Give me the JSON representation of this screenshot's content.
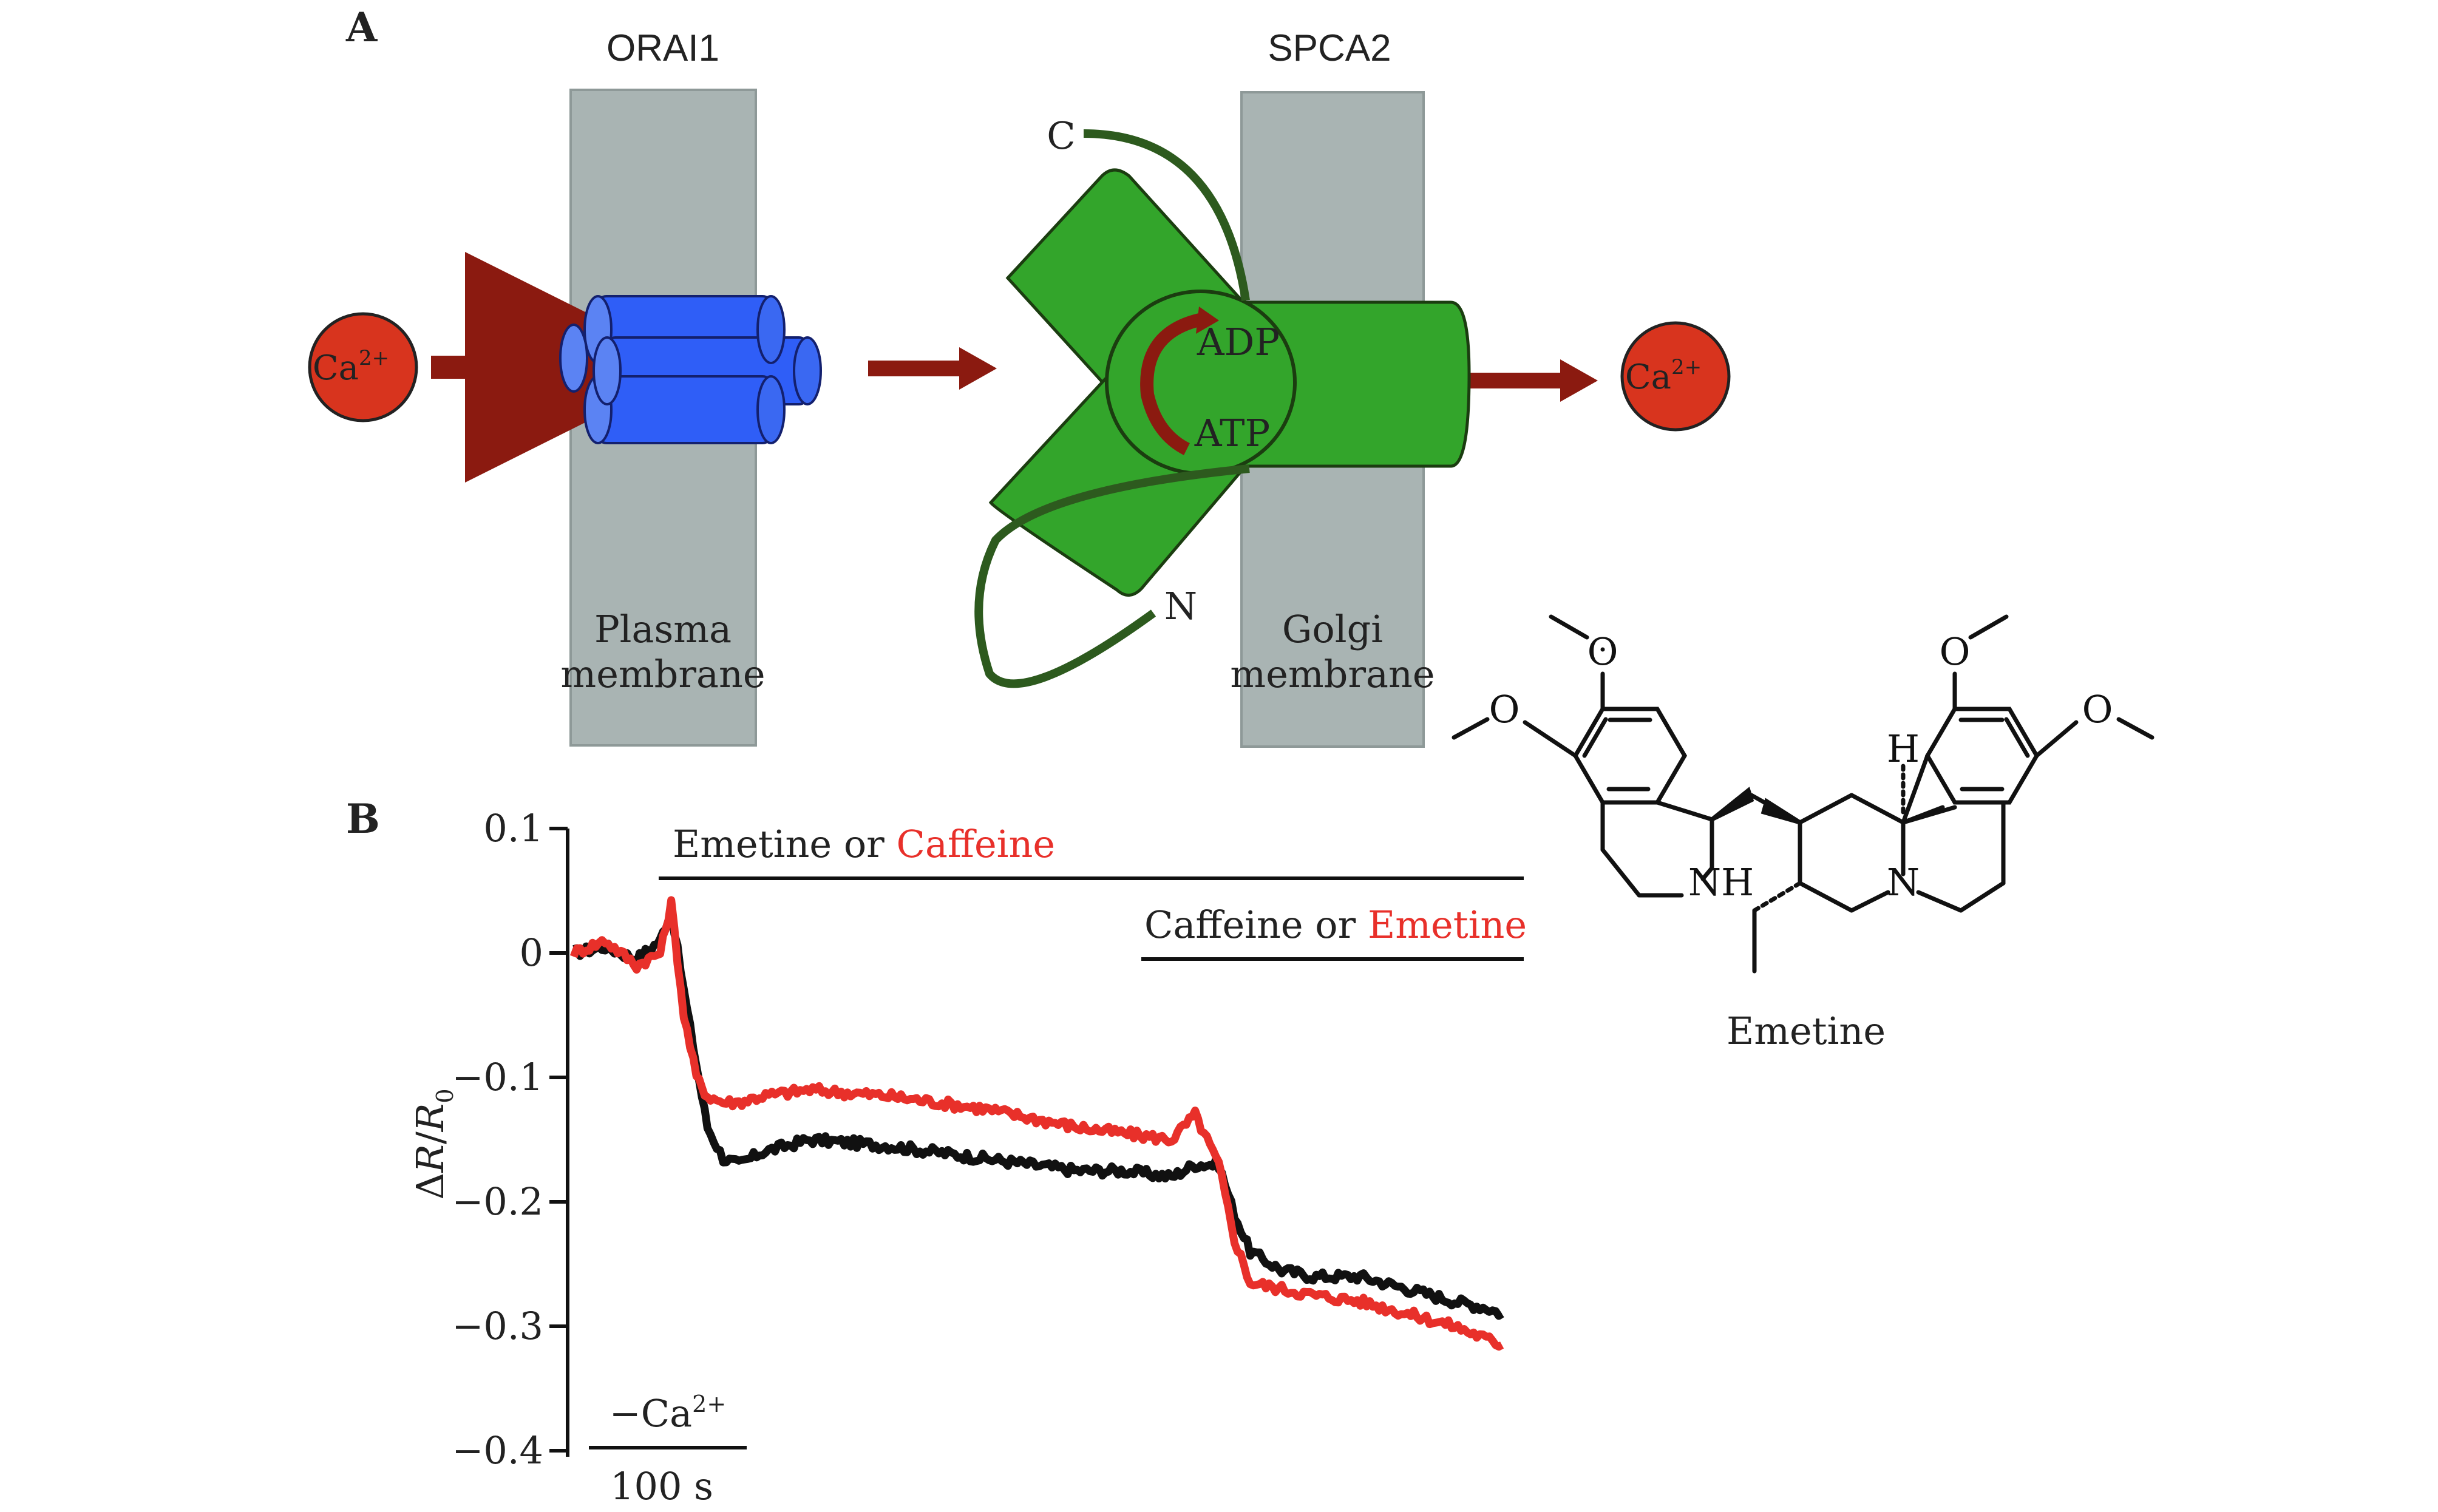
{
  "panel_a": {
    "panel_label": "A",
    "orai_label": "ORAI1",
    "spca_label": "SPCA2",
    "plasma_membrane": [
      "Plasma",
      "membrane"
    ],
    "golgi_membrane": [
      "Golgi",
      "membrane"
    ],
    "ca_left": {
      "base": "Ca",
      "sup": "2+"
    },
    "ca_right": {
      "base": "Ca",
      "sup": "2+"
    },
    "adp_label": "ADP",
    "atp_label": "ATP",
    "c_term": "C",
    "n_term": "N",
    "colors": {
      "membrane": "#a9b4b3",
      "channel": "#2f5ef7",
      "pump": "#33a52b",
      "tail": "#2d5a1e",
      "arrow": "#8b1a10",
      "calcium": "#d8341e"
    }
  },
  "emetine_structure": {
    "name": "Emetine",
    "atoms": {
      "o1": "O",
      "o2": "O",
      "o3": "O",
      "o4": "O",
      "nh": "NH",
      "n": "N",
      "h": "H"
    }
  },
  "panel_b": {
    "panel_label": "B",
    "bar1": {
      "black_text": "Emetine or ",
      "red_text": "Caffeine"
    },
    "bar2": {
      "black_text": "Caffeine or ",
      "red_text": "Emetine"
    },
    "buffer_label": {
      "base": "−Ca",
      "sup": "2+"
    },
    "scale_label": "100 s",
    "ylabel": {
      "delta": "Δ",
      "R": "R",
      "slash": "/",
      "R0": "R",
      "sub": "0"
    }
  },
  "chart_data": {
    "type": "line",
    "ylabel": "ΔR/R0",
    "ylim": [
      -0.4,
      0.1
    ],
    "yticks": [
      0.1,
      0,
      -0.1,
      -0.2,
      -0.3,
      -0.4
    ],
    "ytick_labels": [
      "0.1",
      "0",
      "−0.1",
      "−0.2",
      "−0.3",
      "−0.4"
    ],
    "x_unit": "s",
    "x_scale_bar": 100,
    "series": [
      {
        "color": "#111111",
        "x": [
          0,
          20,
          40,
          55,
          62,
          70,
          78,
          85,
          95,
          105,
          120,
          150,
          200,
          260,
          320,
          350,
          380,
          395,
          410,
          420,
          430,
          450,
          470,
          500,
          530,
          560,
          580,
          590
        ],
        "y": [
          0.0,
          0.005,
          -0.005,
          0.01,
          0.035,
          -0.03,
          -0.09,
          -0.14,
          -0.165,
          -0.17,
          -0.16,
          -0.15,
          -0.155,
          -0.165,
          -0.175,
          -0.175,
          -0.18,
          -0.17,
          -0.17,
          -0.21,
          -0.24,
          -0.255,
          -0.26,
          -0.26,
          -0.27,
          -0.28,
          -0.285,
          -0.29
        ]
      },
      {
        "color": "#e8302a",
        "x": [
          0,
          20,
          40,
          55,
          62,
          70,
          78,
          85,
          95,
          105,
          120,
          150,
          200,
          260,
          320,
          350,
          380,
          395,
          410,
          420,
          430,
          450,
          470,
          500,
          530,
          560,
          580,
          590
        ],
        "y": [
          0.0,
          0.01,
          -0.01,
          0.0,
          0.04,
          -0.05,
          -0.1,
          -0.115,
          -0.12,
          -0.12,
          -0.115,
          -0.11,
          -0.115,
          -0.125,
          -0.14,
          -0.145,
          -0.15,
          -0.13,
          -0.17,
          -0.23,
          -0.265,
          -0.27,
          -0.275,
          -0.28,
          -0.29,
          -0.3,
          -0.31,
          -0.315
        ]
      }
    ]
  }
}
